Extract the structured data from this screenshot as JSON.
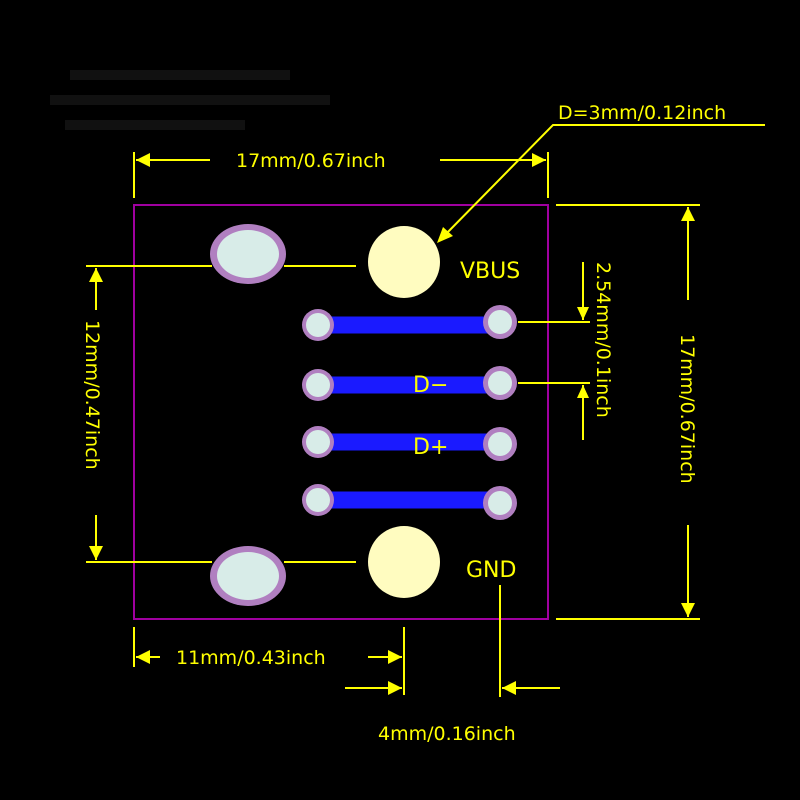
{
  "dimensions": {
    "hole_diameter": "D=3mm/0.12inch",
    "board_width": "17mm/0.67inch",
    "board_height": "17mm/0.67inch",
    "pin_pitch": "2.54mm/0.1inch",
    "mount_spacing": "12mm/0.47inch",
    "connector_offset": "11mm/0.43inch",
    "edge_offset": "4mm/0.16inch"
  },
  "pins": {
    "vbus": "VBUS",
    "dminus": "D−",
    "dplus": "D+",
    "gnd": "GND"
  },
  "colors": {
    "annotation": "#ffff00",
    "board_outline": "#a000a0",
    "trace": "#1a1aff",
    "pad": "#d8ece8",
    "pad_ring": "#b07fc0",
    "mount_hole": "#fffcc0"
  }
}
